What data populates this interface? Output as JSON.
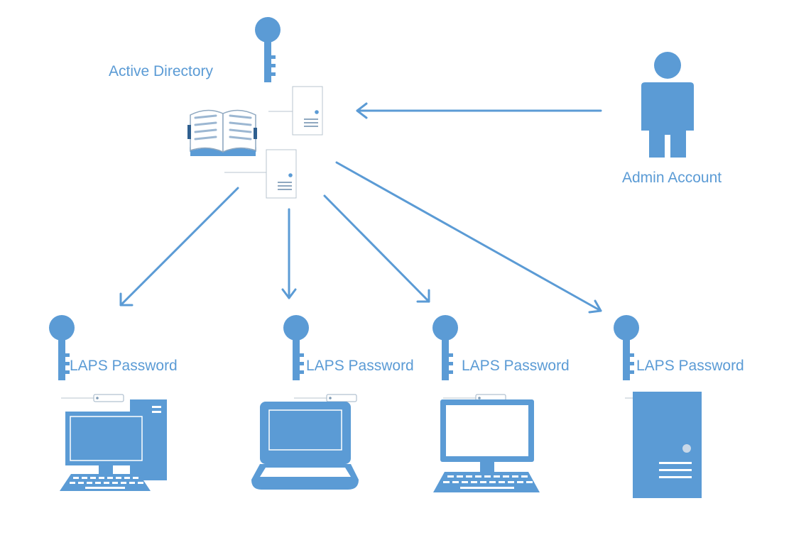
{
  "colors": {
    "accent": "#5b9bd5",
    "arrow": "#5b9bd5",
    "light": "#dde8f3",
    "outline": "#b8c4cf"
  },
  "labels": {
    "active_directory": "Active Directory",
    "admin_account": "Admin Account",
    "laps_password": "LAPS Password"
  },
  "nodes": [
    {
      "id": "active-directory",
      "icons": [
        "key-icon",
        "directory-book-icon",
        "server-icon",
        "server-icon"
      ]
    },
    {
      "id": "admin-account",
      "icons": [
        "user-icon"
      ]
    },
    {
      "id": "desktop-computer",
      "icons": [
        "key-icon",
        "desktop-computer-icon"
      ]
    },
    {
      "id": "laptop",
      "icons": [
        "key-icon",
        "laptop-icon"
      ]
    },
    {
      "id": "monitor-workstation",
      "icons": [
        "key-icon",
        "monitor-keyboard-icon"
      ]
    },
    {
      "id": "tower-server",
      "icons": [
        "key-icon",
        "tower-server-icon"
      ]
    }
  ],
  "edges": [
    {
      "from": "admin-account",
      "to": "active-directory"
    },
    {
      "from": "active-directory",
      "to": "desktop-computer"
    },
    {
      "from": "active-directory",
      "to": "laptop"
    },
    {
      "from": "active-directory",
      "to": "monitor-workstation"
    },
    {
      "from": "active-directory",
      "to": "tower-server"
    }
  ]
}
